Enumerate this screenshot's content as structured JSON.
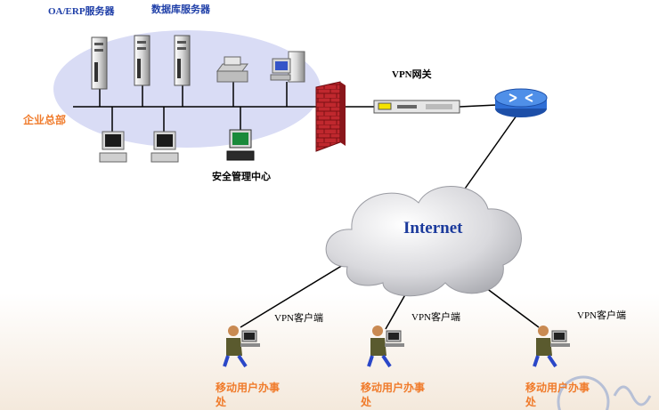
{
  "labels": {
    "oa_erp_server": "OA/ERP服务器",
    "db_server": "数据库服务器",
    "hq": "企业总部",
    "security_center": "安全管理中心",
    "vpn_gateway": "VPN网关",
    "internet": "Internet",
    "vpn_client_1": "VPN客户端",
    "vpn_client_2": "VPN客户端",
    "vpn_client_3": "VPN客户端",
    "mobile_user_1": "移动用户办事处",
    "mobile_user_2": "移动用户办事处",
    "mobile_user_3": "移动用户办事处"
  },
  "colors": {
    "lan_ellipse": "#d9dcf5",
    "accent_orange": "#f07b2b",
    "title_blue": "#1f3fa8",
    "firewall_red": "#c0282e",
    "router_blue": "#2f6fd6"
  },
  "icons": [
    "tower-server-icon",
    "printer-icon",
    "desktop-pc-icon",
    "monitor-icon",
    "firewall-icon",
    "vpn-gateway-icon",
    "router-icon",
    "cloud-icon",
    "mobile-user-icon"
  ]
}
